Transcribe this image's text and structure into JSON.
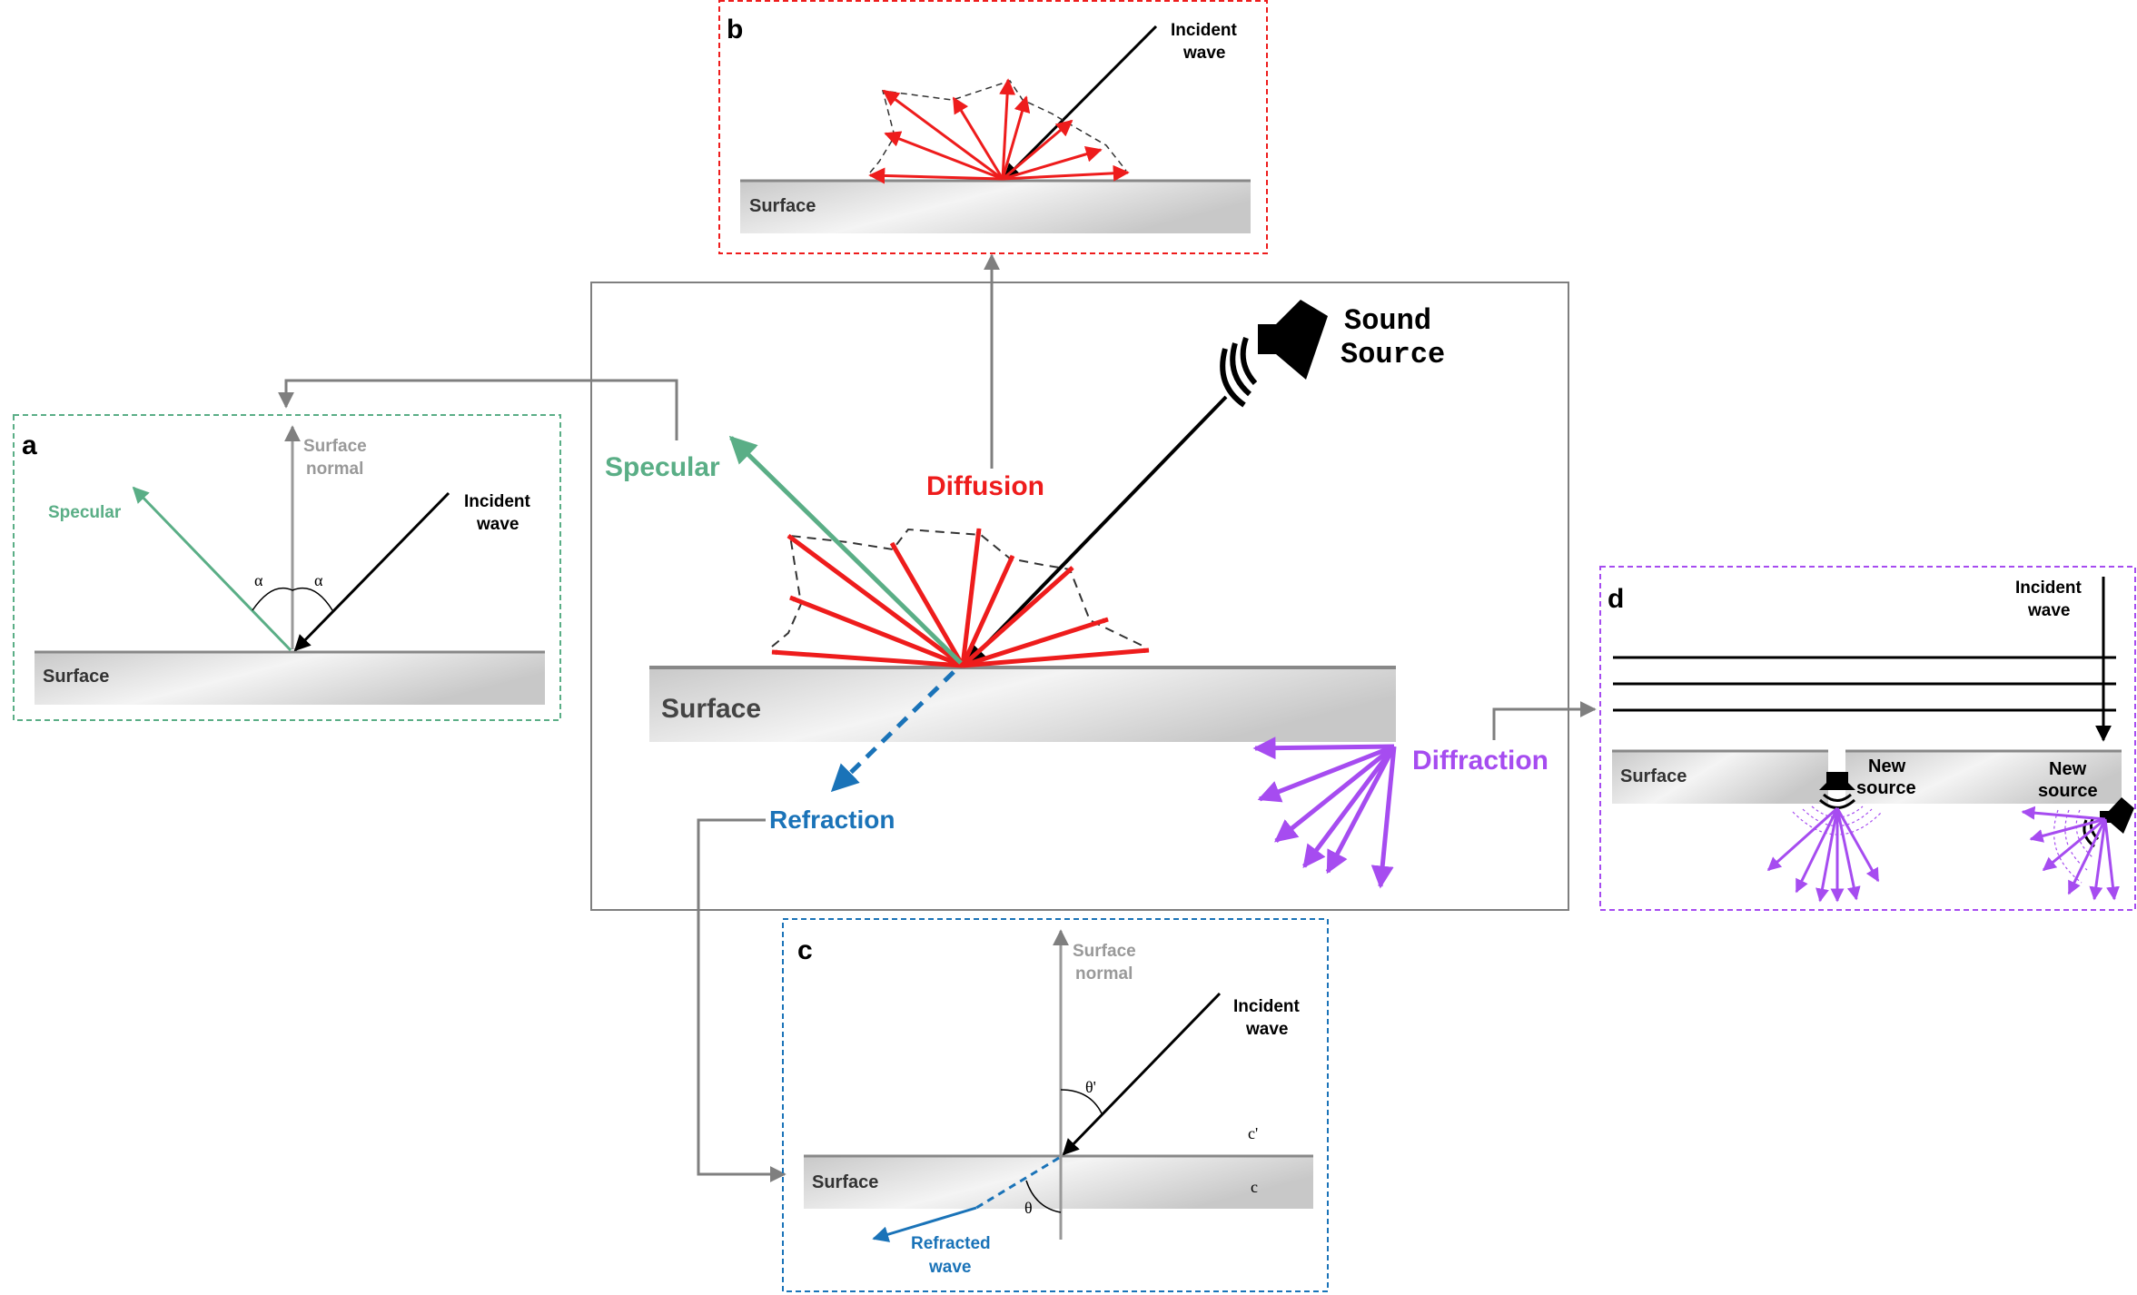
{
  "colors": {
    "specular": "#5aae86",
    "diffusion": "#ee1c1c",
    "refraction": "#1a73b8",
    "diffraction": "#a64cf0",
    "connector": "#7f7f7f",
    "normal": "#999999",
    "ink": "#000000"
  },
  "icons": [
    "speaker-icon"
  ],
  "main": {
    "sound_source_line1": "Sound",
    "sound_source_line2": "Source",
    "specular": "Specular",
    "diffusion": "Diffusion",
    "surface": "Surface",
    "diffraction": "Diffraction",
    "refraction": "Refraction"
  },
  "panel_a": {
    "letter": "a",
    "surface_normal_line1": "Surface",
    "surface_normal_line2": "normal",
    "incident_line1": "Incident",
    "incident_line2": "wave",
    "specular": "Specular",
    "alpha_left": "α",
    "alpha_right": "α",
    "surface": "Surface"
  },
  "panel_b": {
    "letter": "b",
    "incident_line1": "Incident",
    "incident_line2": "wave",
    "surface": "Surface"
  },
  "panel_c": {
    "letter": "c",
    "surface_normal_line1": "Surface",
    "surface_normal_line2": "normal",
    "incident_line1": "Incident",
    "incident_line2": "wave",
    "theta_prime": "θ'",
    "c_prime": "c'",
    "surface": "Surface",
    "c": "c",
    "theta": "θ",
    "refracted_line1": "Refracted",
    "refracted_line2": "wave"
  },
  "panel_d": {
    "letter": "d",
    "incident_line1": "Incident",
    "incident_line2": "wave",
    "surface": "Surface",
    "new_source_1_line1": "New",
    "new_source_1_line2": "source",
    "new_source_2_line1": "New",
    "new_source_2_line2": "source"
  }
}
